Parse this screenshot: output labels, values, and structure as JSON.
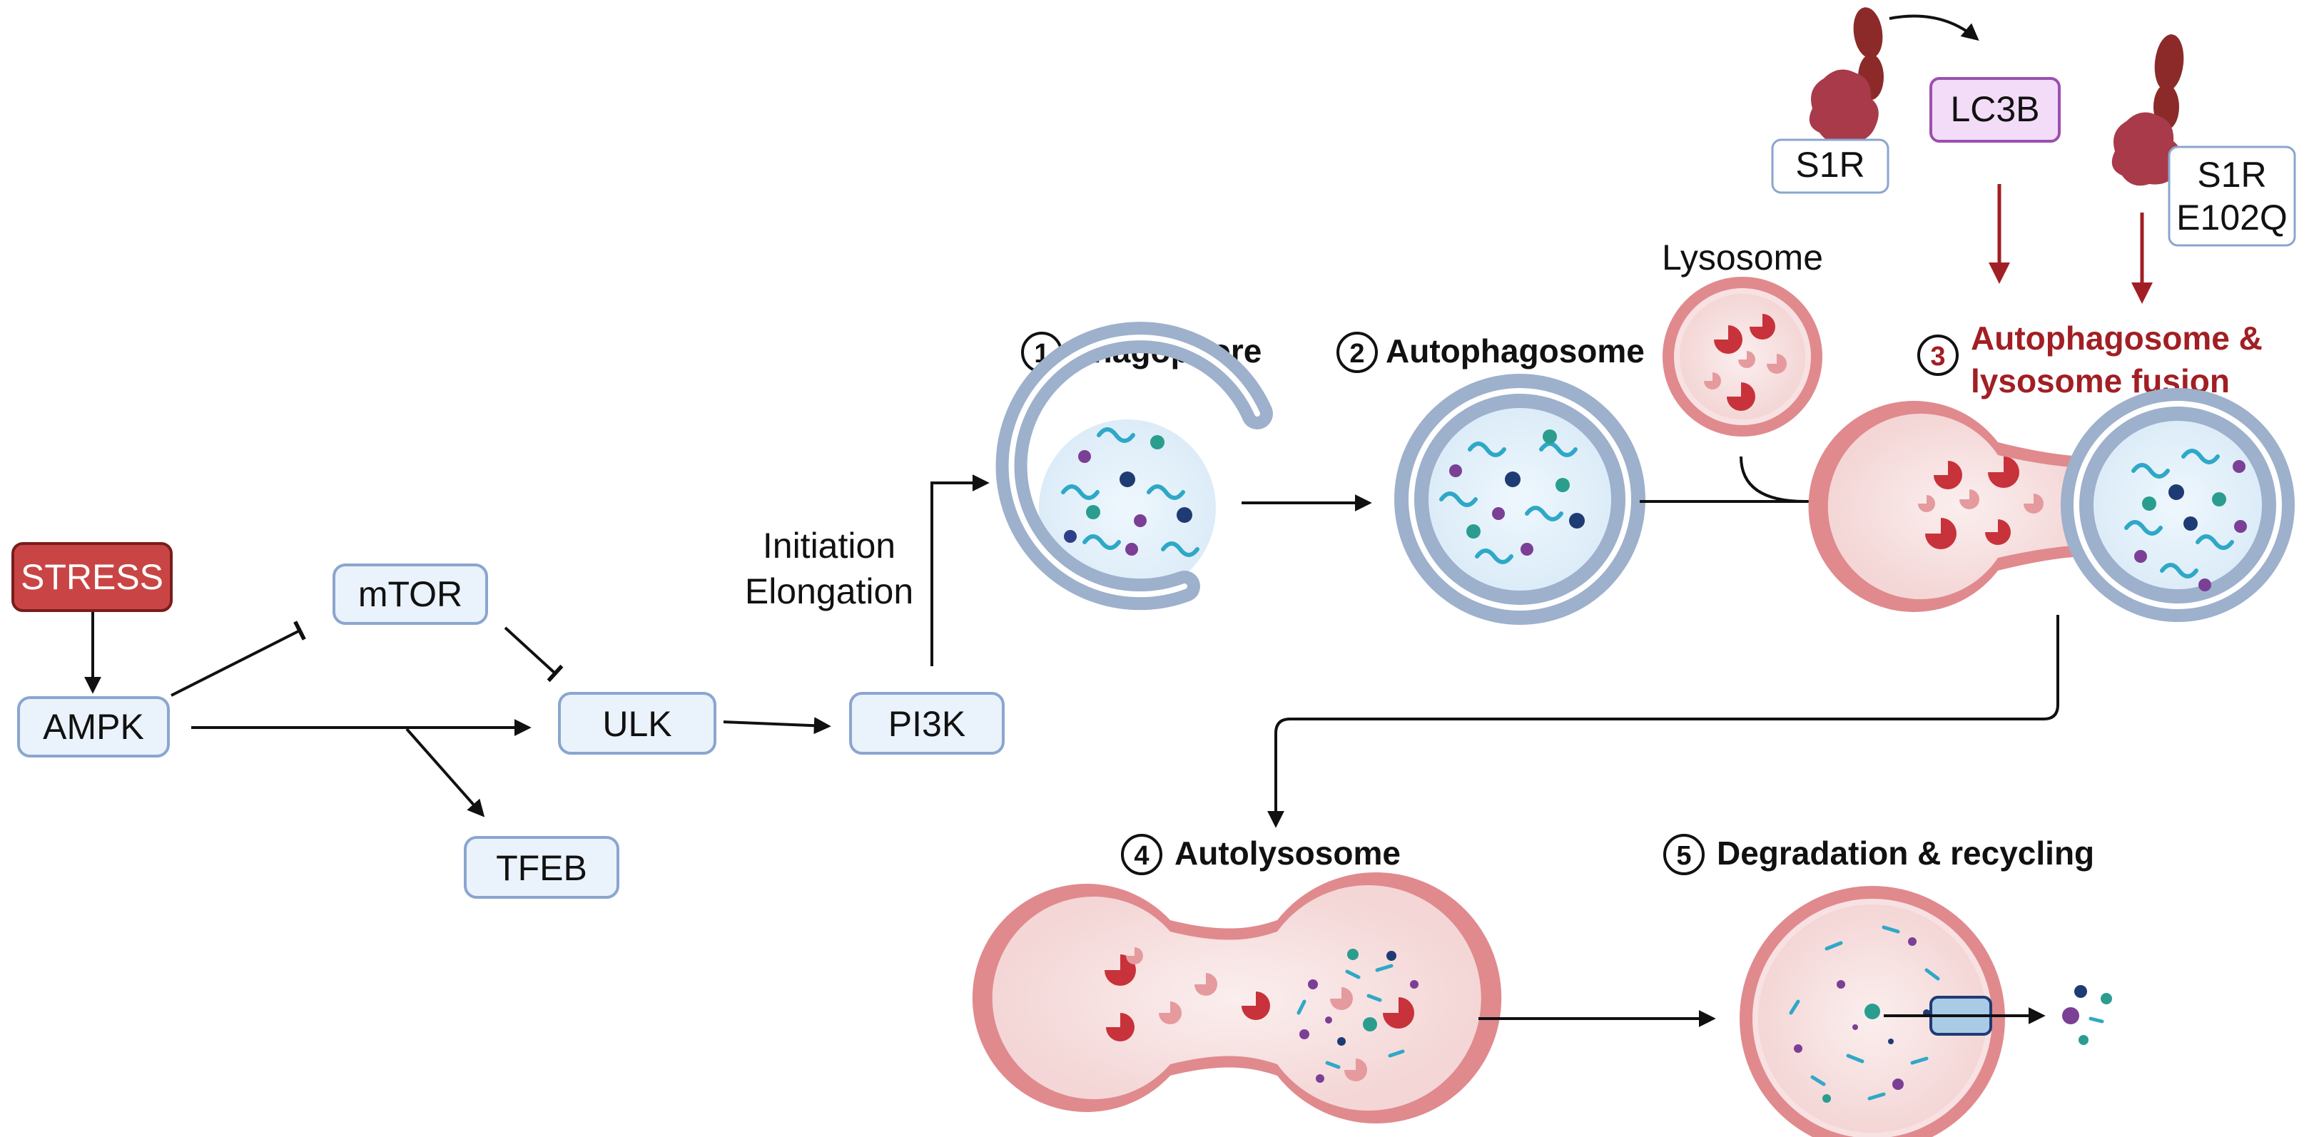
{
  "colors": {
    "node_fill": "#eaf2fb",
    "node_stroke": "#8aa6cf",
    "stress_fill": "#c94545",
    "stress_stroke": "#7a1c1c",
    "lc3b_fill": "#f3dcf7",
    "lc3b_stroke": "#9b4fb0",
    "accent_red": "#a11f24",
    "membrane_blue": "#9db0cc",
    "membrane_pink": "#e08a8e",
    "cargo_teal": "#2fa8c7"
  },
  "pathway": {
    "stress": "STRESS",
    "ampk": "AMPK",
    "mtor": "mTOR",
    "ulk": "ULK",
    "tfeb": "TFEB",
    "pi3k": "PI3K",
    "initiation": "Initiation",
    "elongation": "Elongation"
  },
  "stages": {
    "phagophore": {
      "num": "1",
      "title": "Phagophore"
    },
    "autophagosome": {
      "num": "2",
      "title": "Autophagosome"
    },
    "lysosome": {
      "title": "Lysosome"
    },
    "fusion": {
      "num": "3",
      "title_line1": "Autophagosome &",
      "title_line2": "lysosome fusion"
    },
    "autolysosome": {
      "num": "4",
      "title": "Autolysosome"
    },
    "degradation": {
      "num": "5",
      "title": "Degradation & recycling"
    }
  },
  "proteins": {
    "s1r": "S1R",
    "lc3b": "LC3B",
    "mutant_line1": "S1R",
    "mutant_line2": "E102Q"
  }
}
